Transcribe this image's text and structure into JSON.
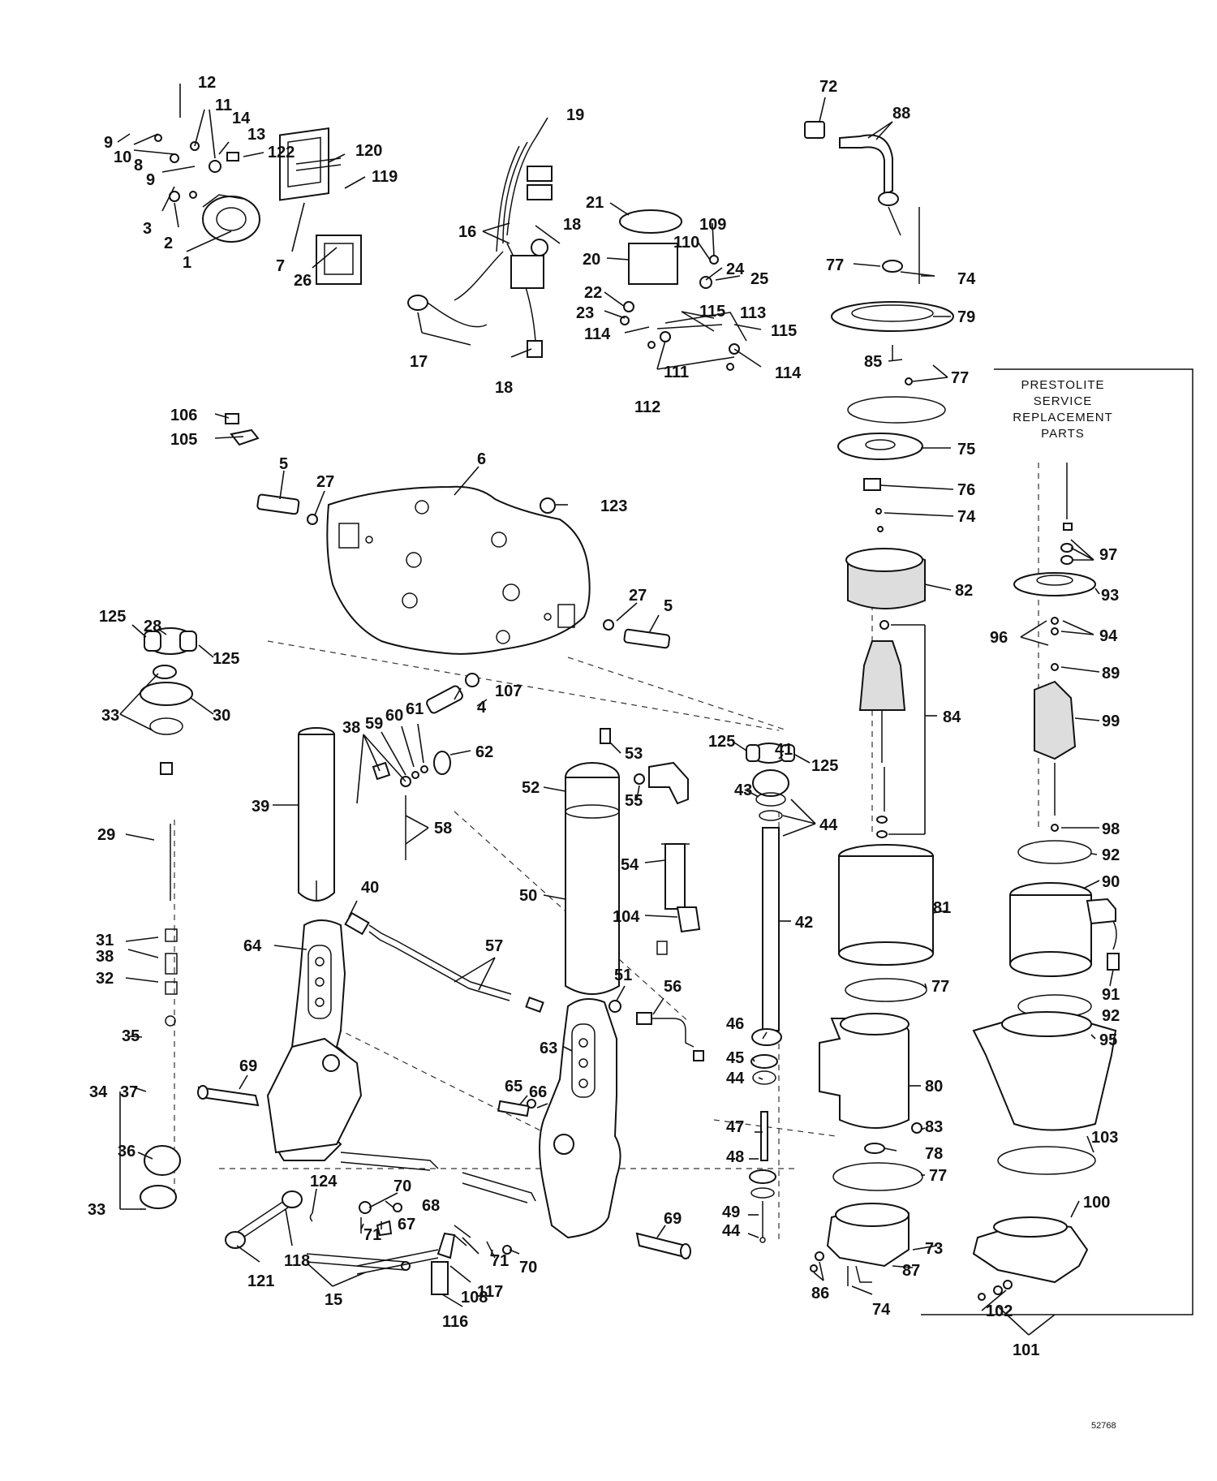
{
  "sidebar_note": [
    "PRESTOLITE",
    "SERVICE",
    "REPLACEMENT",
    "PARTS"
  ],
  "drawing_number": "52768",
  "part_labels": [
    "12",
    "11",
    "14",
    "13",
    "122",
    "9",
    "10",
    "8",
    "9",
    "3",
    "2",
    "1",
    "7",
    "120",
    "119",
    "26",
    "19",
    "16",
    "18",
    "21",
    "20",
    "109",
    "110",
    "24",
    "25",
    "22",
    "23",
    "115",
    "113",
    "114",
    "115",
    "114",
    "111",
    "112",
    "17",
    "18",
    "72",
    "88",
    "77",
    "74",
    "79",
    "85",
    "77",
    "75",
    "76",
    "74",
    "82",
    "84",
    "106",
    "105",
    "5",
    "27",
    "6",
    "123",
    "27",
    "5",
    "125",
    "28",
    "125",
    "33",
    "30",
    "107",
    "4",
    "38",
    "59",
    "60",
    "61",
    "62",
    "39",
    "58",
    "29",
    "53",
    "52",
    "55",
    "54",
    "50",
    "104",
    "125",
    "41",
    "125",
    "43",
    "44",
    "42",
    "40",
    "31",
    "38",
    "32",
    "64",
    "57",
    "51",
    "56",
    "35",
    "46",
    "45",
    "44",
    "63",
    "69",
    "34",
    "37",
    "65",
    "66",
    "47",
    "36",
    "48",
    "70",
    "68",
    "124",
    "67",
    "71",
    "33",
    "118",
    "121",
    "49",
    "44",
    "69",
    "71",
    "70",
    "117",
    "108",
    "116",
    "15",
    "81",
    "77",
    "80",
    "83",
    "78",
    "77",
    "73",
    "87",
    "86",
    "74",
    "97",
    "93",
    "96",
    "94",
    "89",
    "99",
    "98",
    "92",
    "90",
    "91",
    "92",
    "95",
    "103",
    "100",
    "102",
    "101"
  ]
}
